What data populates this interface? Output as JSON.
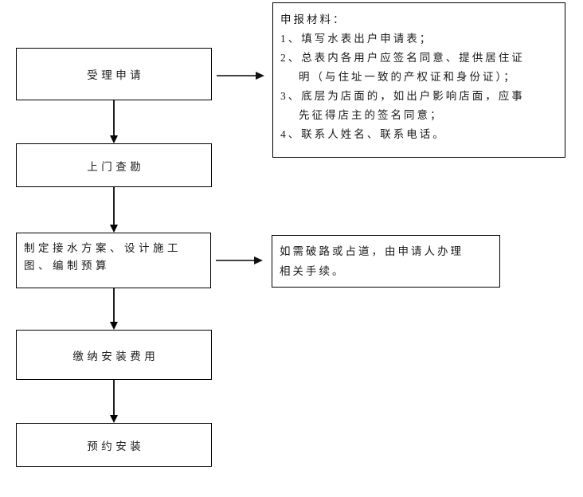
{
  "diagram_type": "flowchart",
  "flow": {
    "steps": [
      {
        "id": "accept-application",
        "label": "受理申请"
      },
      {
        "id": "site-survey",
        "label": "上门查勘"
      },
      {
        "id": "plan-design-budget",
        "label": "制定接水方案、设计施工图、编制预算",
        "lines": [
          "制定接水方案、设计施工",
          "图、编制预算"
        ]
      },
      {
        "id": "pay-installation-fee",
        "label": "缴纳安装费用"
      },
      {
        "id": "schedule-installation",
        "label": "预约安装"
      }
    ]
  },
  "materials": {
    "title": "申报材料：",
    "lines": [
      "1、填写水表出户申请表；",
      "2、总表内各用户应签名同意、提供居住证",
      "明（与住址一致的产权证和身份证）；",
      "3、底层为店面的，如出户影响店面，应事",
      "先征得店主的签名同意；",
      "4、联系人姓名、联系电话。"
    ]
  },
  "road_note": {
    "lines": [
      "如需破路或占道，由申请人办理",
      "相关手续。"
    ]
  },
  "colors": {
    "background": "#ffffff",
    "box_border": "#000000",
    "text": "#1a1a1a",
    "arrow": "#1f1f1f"
  }
}
